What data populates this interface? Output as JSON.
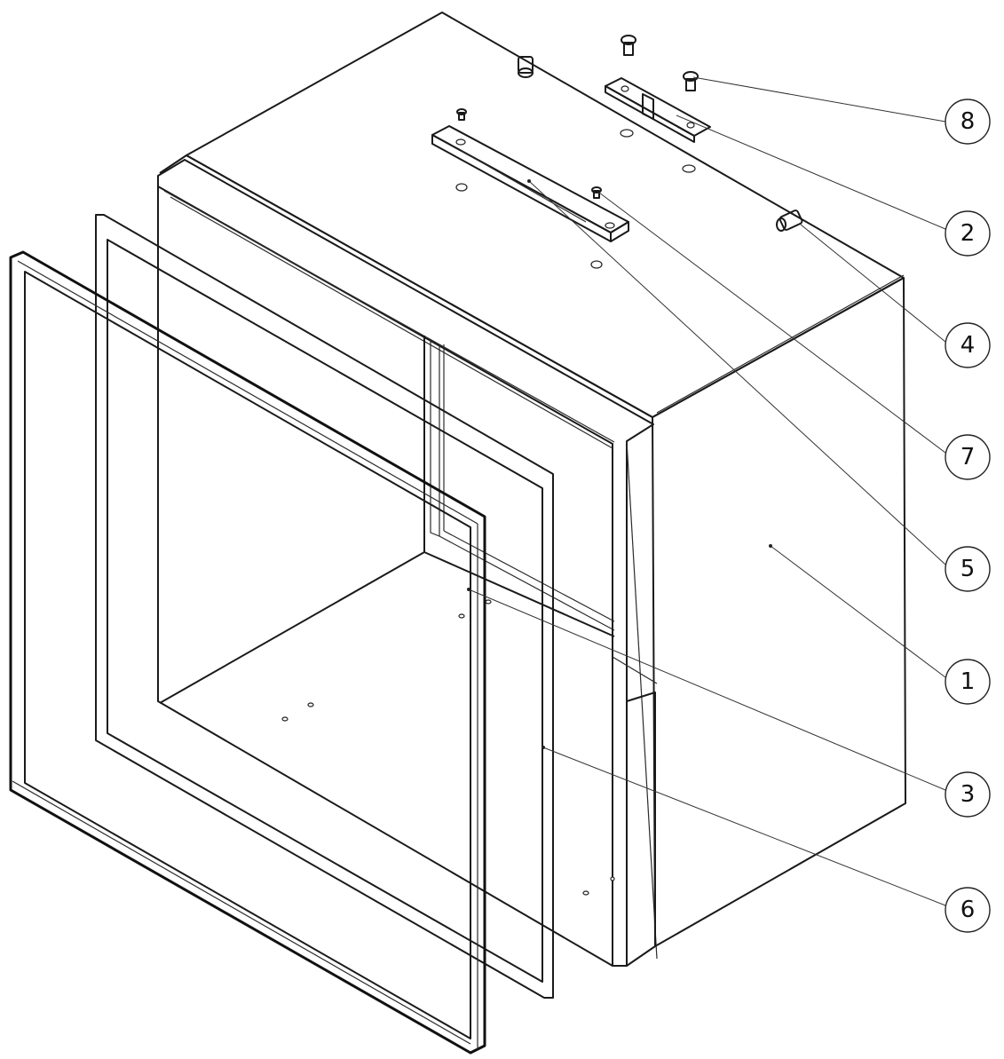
{
  "balloons": [
    {
      "id": "balloon-8",
      "label": "8"
    },
    {
      "id": "balloon-2",
      "label": "2"
    },
    {
      "id": "balloon-4",
      "label": "4"
    },
    {
      "id": "balloon-7",
      "label": "7"
    },
    {
      "id": "balloon-5",
      "label": "5"
    },
    {
      "id": "balloon-1",
      "label": "1"
    },
    {
      "id": "balloon-3",
      "label": "3"
    },
    {
      "id": "balloon-6",
      "label": "6"
    }
  ]
}
